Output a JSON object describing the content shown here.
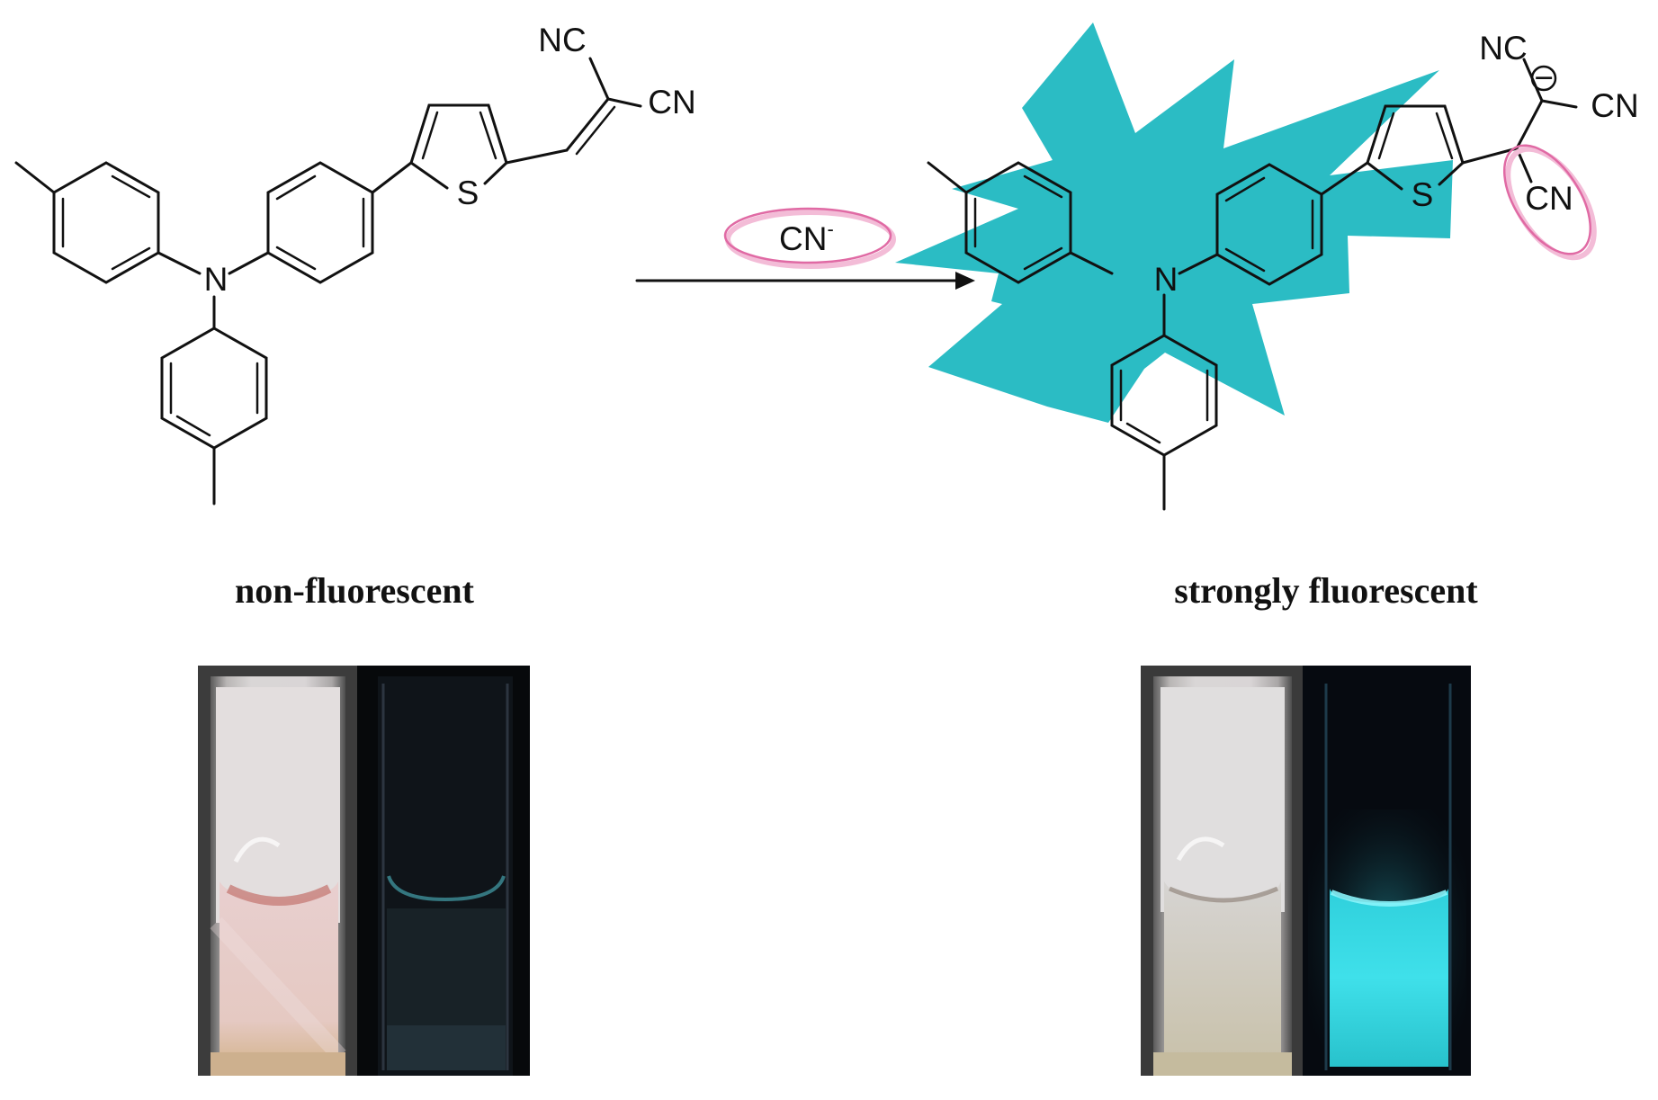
{
  "reaction": {
    "reagent": "CN",
    "reagent_charge": "-",
    "highlight_color": "#e06aa4",
    "burst_color": "#2bbcc4"
  },
  "reactant": {
    "atoms": {
      "n": "N",
      "s": "S",
      "nc_top": "NC",
      "cn_right": "CN"
    },
    "caption": "non-fluorescent",
    "photo_under_light": "pale pink solution with a faint red meniscus",
    "photo_under_uv": "dark, essentially no emission"
  },
  "product": {
    "atoms": {
      "n": "N",
      "s": "S",
      "nc_top": "NC",
      "cn_right": "CN",
      "cn_added": "CN",
      "charge": "−"
    },
    "caption": "strongly fluorescent",
    "photo_under_light": "nearly colorless solution",
    "photo_under_uv": "bright cyan emission"
  }
}
